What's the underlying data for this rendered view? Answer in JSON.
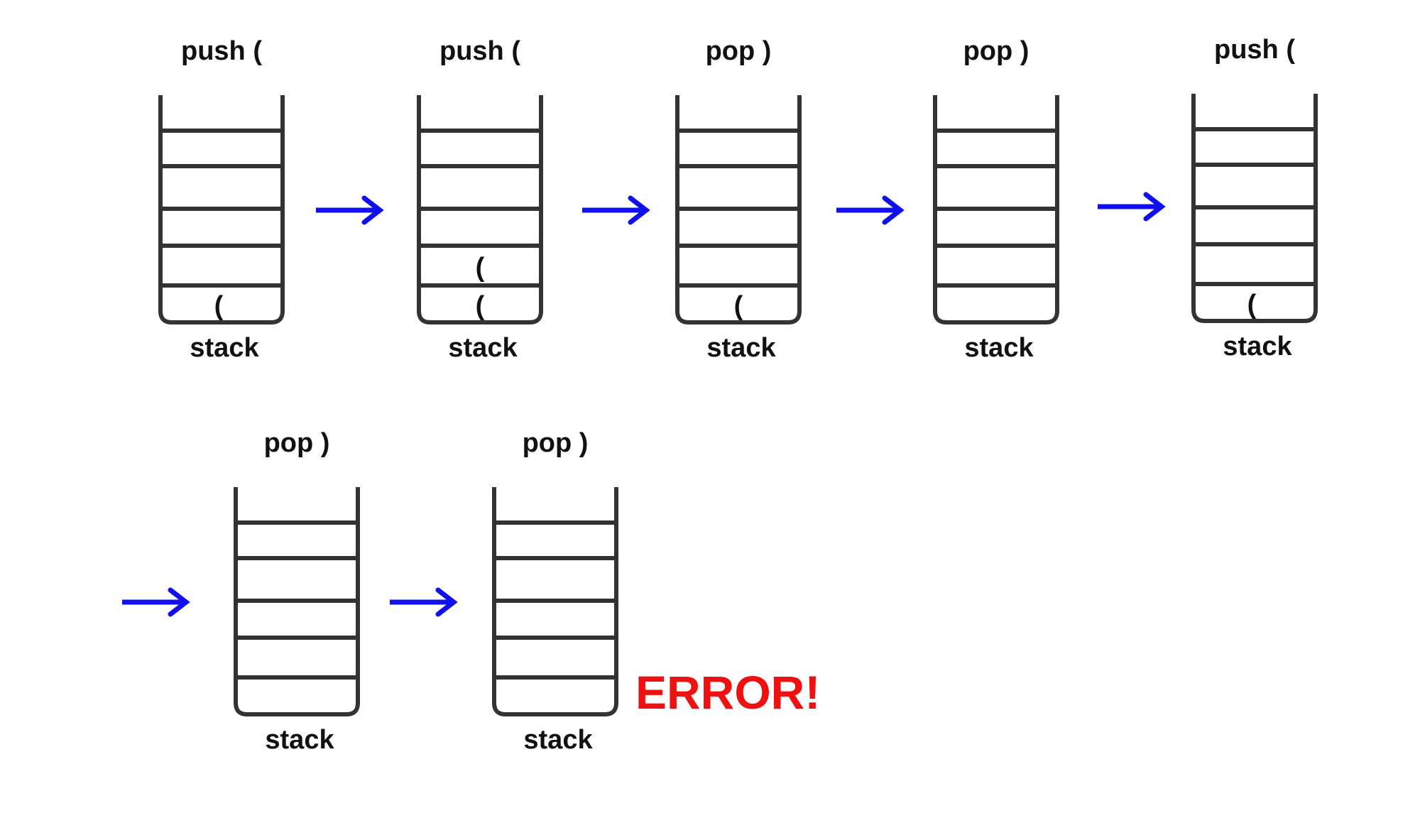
{
  "stack_label": "stack",
  "error_text": "ERROR!",
  "colors": {
    "stack_outline": "#333333",
    "arrow": "#1010ee",
    "error": "#ee1111",
    "text": "#111111"
  },
  "stacks": [
    {
      "operation": "push (",
      "items": [
        "("
      ]
    },
    {
      "operation": "push (",
      "items": [
        "(",
        "("
      ]
    },
    {
      "operation": "pop )",
      "items": [
        "("
      ]
    },
    {
      "operation": "pop )",
      "items": []
    },
    {
      "operation": "push (",
      "items": [
        "("
      ]
    },
    {
      "operation": "pop )",
      "items": []
    },
    {
      "operation": "pop )",
      "items": [],
      "error": true
    }
  ],
  "arrow_icon": "right-arrow-icon"
}
